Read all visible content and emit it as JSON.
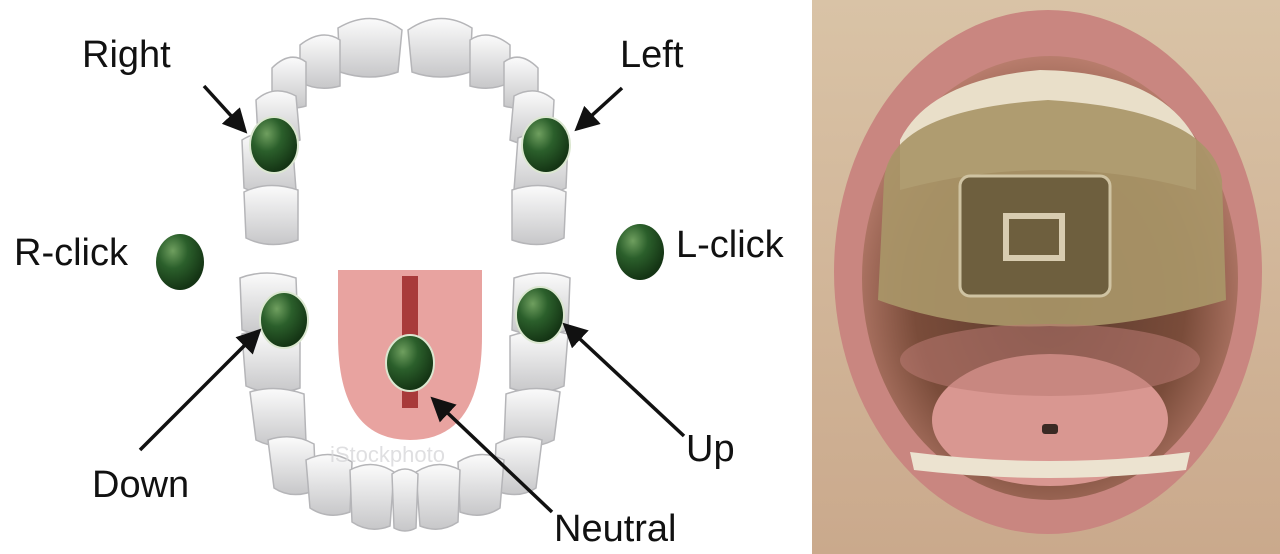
{
  "diagram": {
    "labels": {
      "right": "Right",
      "left": "Left",
      "r_click": "R-click",
      "l_click": "L-click",
      "down": "Down",
      "up": "Up",
      "neutral": "Neutral"
    },
    "watermark": "iStockphoto"
  },
  "colors": {
    "sensor": "#1f4d1f",
    "sensor_highlight": "#5f8f4f",
    "tongue": "#e8a3a0",
    "tongue_stripe": "#a83a3a",
    "teeth": "#e9e9ea",
    "teeth_shadow": "#b9b9bb",
    "arrow": "#111111"
  },
  "photo": {
    "subject": "open-mouth-with-retainer-photo"
  }
}
